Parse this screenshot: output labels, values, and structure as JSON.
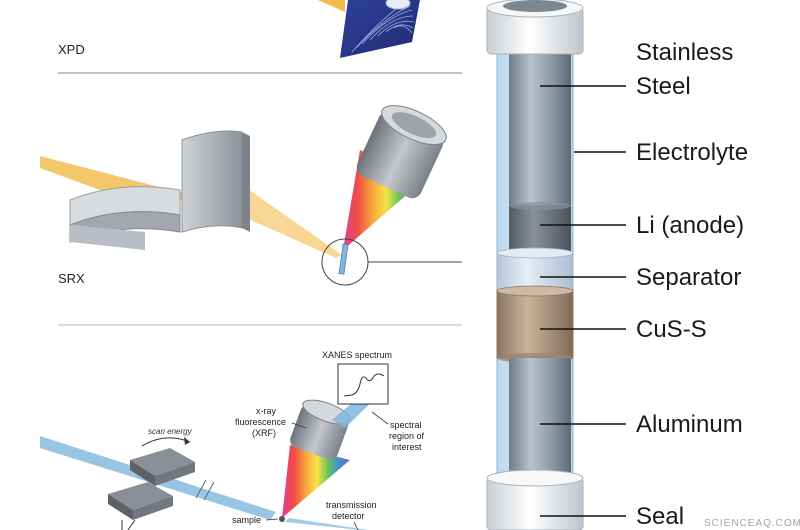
{
  "panels": {
    "xpd": {
      "label": "XPD"
    },
    "srx": {
      "label": "SRX"
    },
    "xanes": {
      "spectrum_label": "XANES spectrum",
      "xrf_line1": "x-ray",
      "xrf_line2": "fluorescence",
      "xrf_line3": "(XRF)",
      "spectral_line1": "spectral",
      "spectral_line2": "region of",
      "spectral_line3": "interest",
      "scan_energy": "scan energy",
      "sample": "sample",
      "transmission_line1": "transmission",
      "transmission_line2": "detector"
    }
  },
  "cell": {
    "labels": {
      "stainless_line1": "Stainless",
      "stainless_line2": "Steel",
      "electrolyte": "Electrolyte",
      "anode": "Li (anode)",
      "separator": "Separator",
      "cathode": "CuS-S",
      "aluminum": "Aluminum",
      "seal": "Seal"
    }
  },
  "watermark": "SCIENCEAQ.COM",
  "colors": {
    "beam": "#f2b43a",
    "xray_blue": "#7fb6dd",
    "steel": "#8d99a6",
    "anode": "#6f7680",
    "separator": "#cfdcea",
    "cathode": "#b29a84",
    "aluminum": "#8e9ba9",
    "seal": "#e9ecee",
    "electrolyte_tube": "#d2e6f5"
  }
}
